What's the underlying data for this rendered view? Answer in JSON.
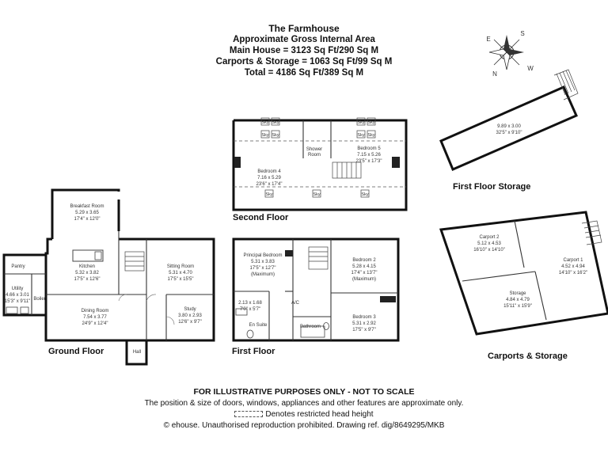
{
  "header": {
    "title": "The Farmhouse",
    "subtitle": "Approximate Gross Internal Area",
    "main_house": "Main House = 3123 Sq Ft/290 Sq M",
    "carports": "Carports & Storage = 1063 Sq Ft/99 Sq M",
    "total": "Total = 4186 Sq Ft/389 Sq M"
  },
  "compass": {
    "n": "N",
    "s": "S",
    "e": "E",
    "w": "W"
  },
  "floors": {
    "ground": "Ground Floor",
    "first": "First Floor",
    "second": "Second Floor",
    "first_storage": "First Floor Storage",
    "carports": "Carports & Storage"
  },
  "rooms": {
    "breakfast": {
      "name": "Breakfast Room",
      "m": "5.29 x 3.65",
      "ft": "17'4\" x 12'0\""
    },
    "kitchen": {
      "name": "Kitchen",
      "m": "5.32 x 3.82",
      "ft": "17'5\" x 12'6\""
    },
    "pantry": {
      "name": "Pantry"
    },
    "utility": {
      "name": "Utility",
      "m": "4.66 x 3.01",
      "ft": "15'3\" x 9'11\""
    },
    "boiler": {
      "name": "Boiler"
    },
    "dining": {
      "name": "Dining Room",
      "m": "7.54 x 3.77",
      "ft": "24'9\" x 12'4\""
    },
    "sitting": {
      "name": "Sitting Room",
      "m": "5.31 x 4.70",
      "ft": "17'5\" x 15'5\""
    },
    "study": {
      "name": "Study",
      "m": "3.80 x 2.93",
      "ft": "12'6\" x 9'7\""
    },
    "hall": {
      "name": "Hall"
    },
    "principal": {
      "name": "Principal Bedroom",
      "m": "5.31 x 3.83",
      "ft": "17'5\" x 12'7\"",
      "note": "(Maximum)"
    },
    "ensuite_dim": {
      "m": "2.13 x 1.68",
      "ft": "7'0\" x 5'7\""
    },
    "ensuite": {
      "name": "En Suite"
    },
    "ac": {
      "name": "A/C"
    },
    "bathroom": {
      "name": "Bathroom"
    },
    "bed2": {
      "name": "Bedroom 2",
      "m": "5.28 x 4.15",
      "ft": "17'4\" x 13'7\"",
      "note": "(Maximum)"
    },
    "bed3": {
      "name": "Bedroom 3",
      "m": "5.31 x 2.92",
      "ft": "17'5\" x 9'7\""
    },
    "bed4": {
      "name": "Bedroom 4",
      "m": "7.16 x 5.29",
      "ft": "23'6\" x 17'4\""
    },
    "bed5": {
      "name": "Bedroom 5",
      "m": "7.15 x 5.26",
      "ft": "23'5\" x 17'3\""
    },
    "shower": {
      "name": "Shower",
      "name2": "Room"
    },
    "sky": "Sky",
    "storage_upper": {
      "m": "9.89 x 3.00",
      "ft": "32'5\" x 9'10\""
    },
    "carport1": {
      "name": "Carport 1",
      "m": "4.52 x 4.94",
      "ft": "14'10\" x 16'2\""
    },
    "carport2": {
      "name": "Carport 2",
      "m": "5.12 x 4.53",
      "ft": "16'10\" x 14'10\""
    },
    "storage": {
      "name": "Storage",
      "m": "4.84 x 4.79",
      "ft": "15'11\" x 15'9\""
    }
  },
  "footer": {
    "line1": "FOR ILLUSTRATIVE PURPOSES ONLY - NOT TO SCALE",
    "line2": "The position & size of doors, windows, appliances and other features are approximate only.",
    "line3": "Denotes restricted head height",
    "line4": "© ehouse. Unauthorised reproduction prohibited. Drawing ref. dig/8649295/MKB"
  }
}
